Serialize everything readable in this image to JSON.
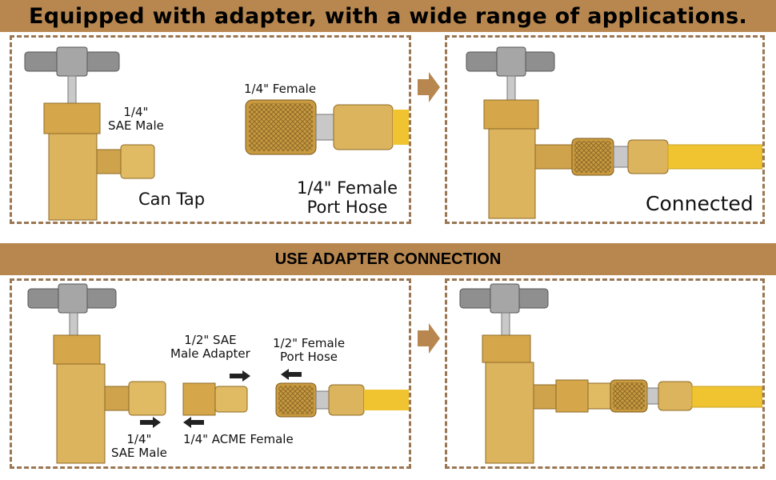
{
  "header": {
    "title": "Equipped with adapter, with a wide range of applications."
  },
  "section2": {
    "title": "USE ADAPTER CONNECTION"
  },
  "panel_top_left": {
    "male_label": "1/4\"\nSAE Male",
    "can_tap_label": "Can Tap",
    "female_label": "1/4\" Female",
    "port_hose_label": "1/4\" Female\nPort Hose"
  },
  "panel_top_right": {
    "connected_label": "Connected"
  },
  "panel_bottom_left": {
    "sae_male_adapter_label": "1/2\" SAE\nMale Adapter",
    "female_port_hose_label": "1/2\" Female\nPort Hose",
    "sae_male_label": "1/4\"\nSAE Male",
    "acme_female_label": "1/4\" ACME Female"
  },
  "colors": {
    "banner": "#b7874f",
    "border": "#9a7653",
    "brass": "#d9b35a",
    "hose": "#f0c431"
  }
}
